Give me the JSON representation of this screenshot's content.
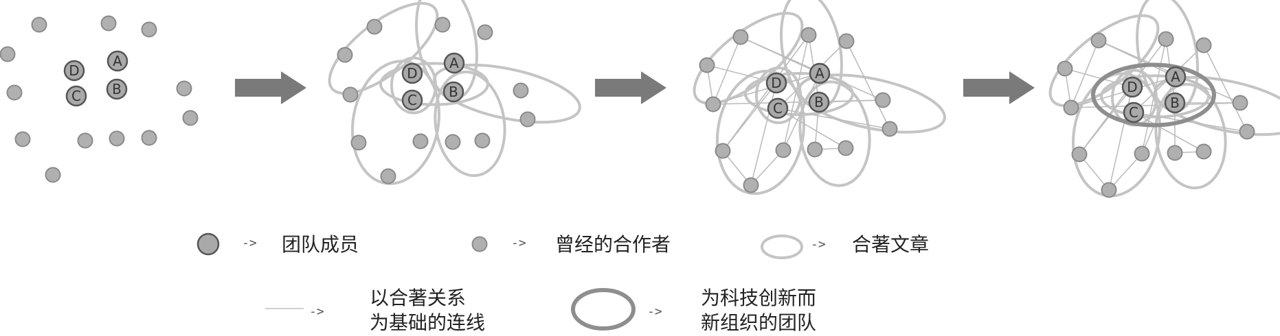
{
  "colors": {
    "member_fill": "#a9a9a9",
    "member_stroke": "#555555",
    "collaborator_fill": "#b0b0b0",
    "collaborator_stroke": "#8a8a8a",
    "paper_ellipse": "#c4c4c4",
    "team_ellipse": "#8e8e8e",
    "link_line": "#bdbdbd",
    "arrow": "#7a7a7a"
  },
  "members": [
    "A",
    "B",
    "C",
    "D"
  ],
  "legend": {
    "member": "团队成员",
    "collaborator": "曾经的合作者",
    "paper": "合著文章",
    "link_line1": "以合著关系",
    "link_line2": "为基础的连线",
    "team_line1": "为科技创新而",
    "team_line2": "新组织的团队",
    "arrow_glyph": "->"
  },
  "icons": [
    "member-node-icon",
    "collaborator-node-icon",
    "paper-ellipse-icon",
    "link-line-icon",
    "team-ellipse-icon",
    "block-arrow-icon"
  ]
}
